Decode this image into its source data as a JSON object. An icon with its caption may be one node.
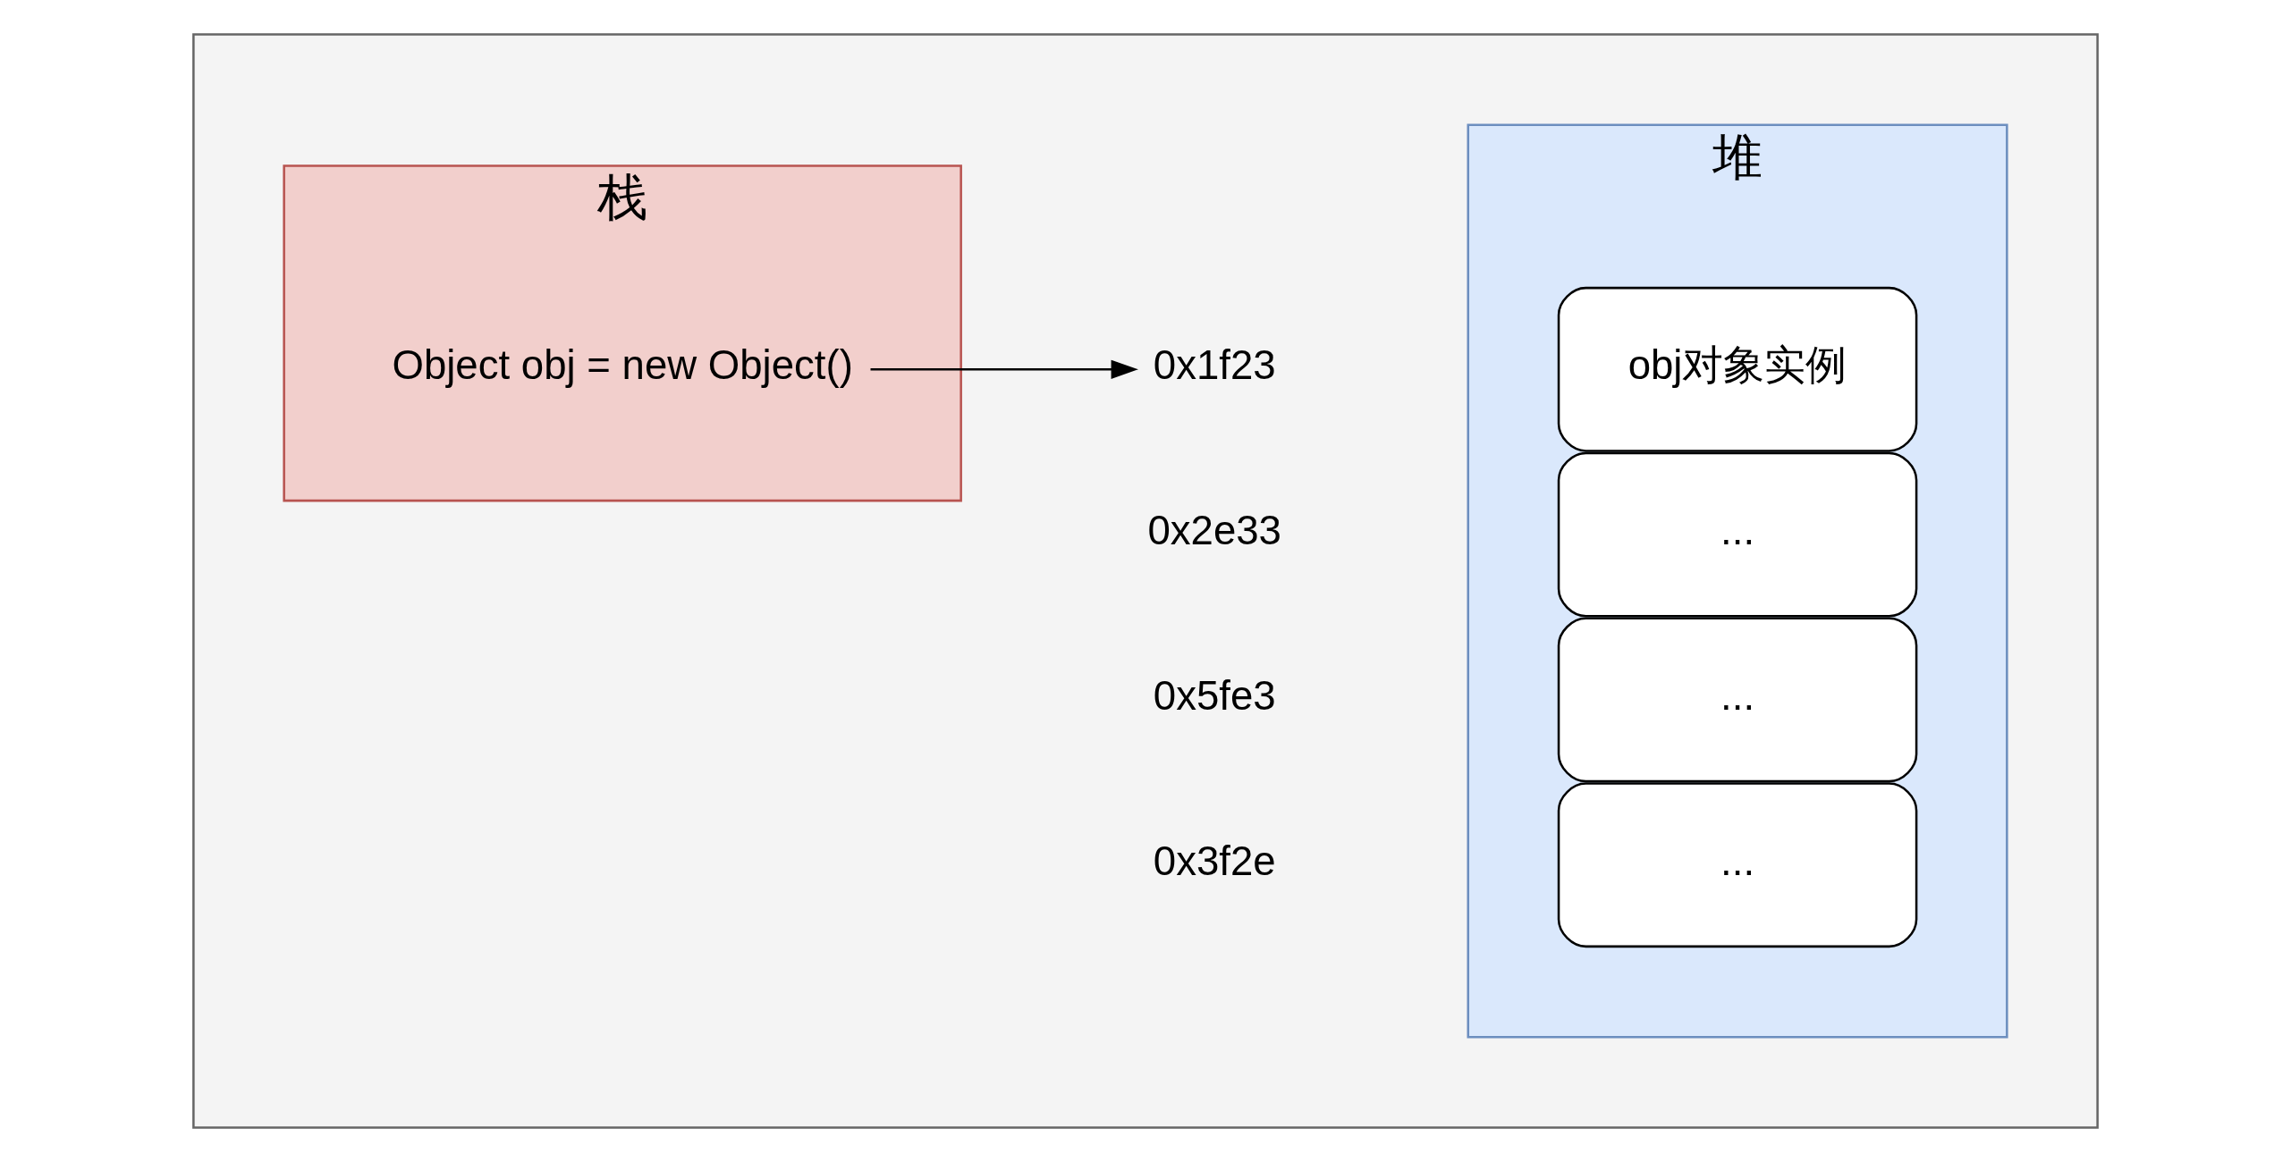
{
  "diagram": {
    "nodes": [
      {
        "text": [],
        "shape": "box"
      },
      {
        "text": [
          "栈"
        ],
        "in": 0
      },
      {
        "text": [
          "Object obj = new Object()"
        ],
        "in": 1
      },
      {
        "text": [
          "堆"
        ],
        "in": 0
      },
      {
        "text": [
          "0x1f23"
        ],
        "in": 0
      },
      {
        "text": [
          "obj对象实例"
        ],
        "in": 3
      },
      {
        "text": [
          "..."
        ],
        "in": 3
      },
      {
        "text": [
          "..."
        ],
        "in": 3
      },
      {
        "text": [
          "..."
        ],
        "in": 3
      }
    ],
    "edges": [
      {
        "from": 2,
        "to": 4,
        "arrow": "to"
      }
    ],
    "labels": [
      "0x2e33",
      "0x5fe3",
      "0x3f2e"
    ]
  }
}
